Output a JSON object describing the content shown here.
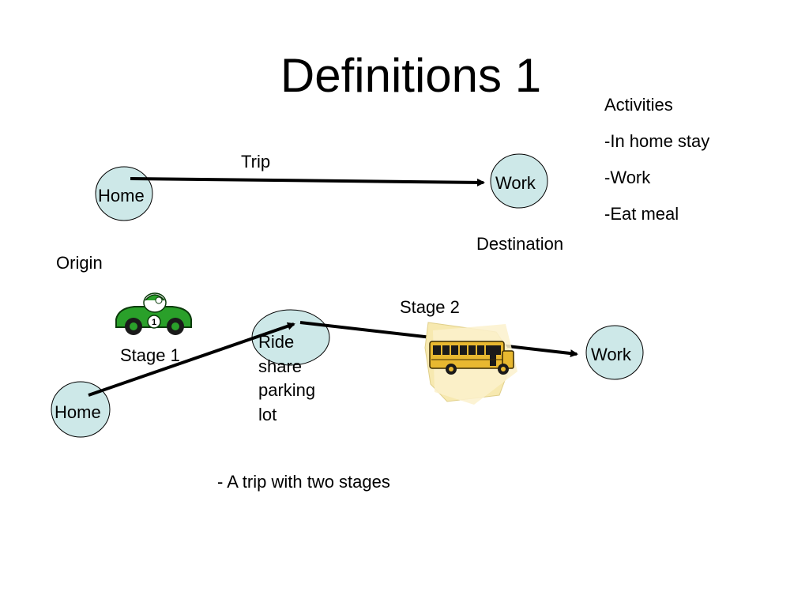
{
  "title": "Definitions 1",
  "activities": {
    "heading": "Activities",
    "items": [
      "-In home stay",
      "-Work",
      "-Eat meal"
    ]
  },
  "trip_diagram": {
    "arrow_label": "Trip",
    "origin_node": "Home",
    "destination_node": "Work",
    "origin_label": "Origin",
    "destination_label": "Destination"
  },
  "stages_diagram": {
    "start_node": "Home",
    "transfer_node_lines": [
      "Ride",
      "share",
      "parking",
      "lot"
    ],
    "end_node": "Work",
    "stage1_label": "Stage 1",
    "stage2_label": "Stage 2",
    "caption": "- A trip with two stages",
    "car_number": "1"
  },
  "colors": {
    "node_fill": "#cde8e8",
    "car_green": "#2aa02a",
    "bus_yellow": "#e8b830",
    "burst_fill": "#f7e9b0"
  }
}
